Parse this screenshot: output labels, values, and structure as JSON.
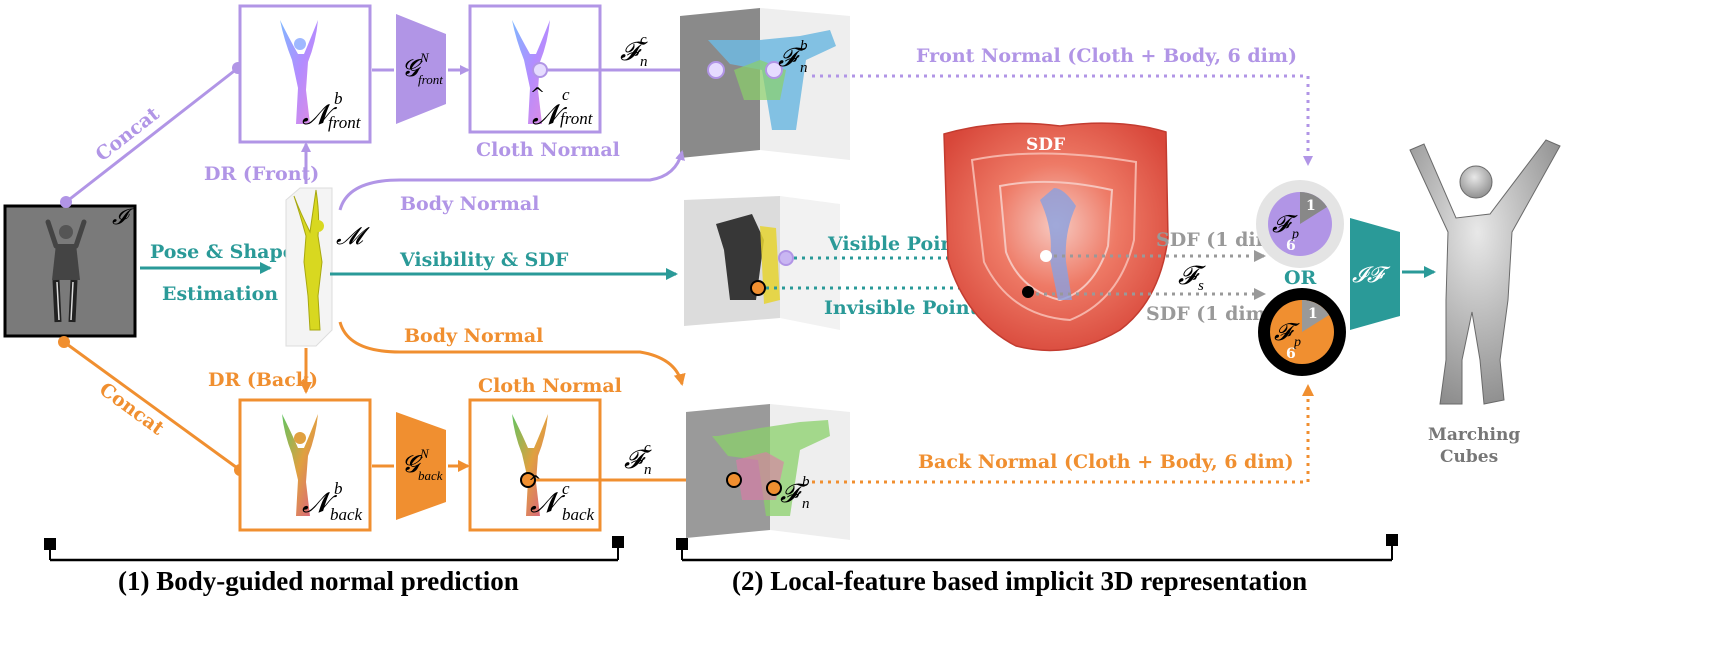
{
  "colors": {
    "purple": "#b195e6",
    "purple_dark": "#a07fe0",
    "teal": "#2a9a98",
    "orange": "#f08f30",
    "gray": "#999999",
    "black": "#000000"
  },
  "left": {
    "input_symbol": "𝓘",
    "concat_top": "Concat",
    "concat_bottom": "Concat",
    "pose_shape_1": "Pose & Shape",
    "pose_shape_2": "Estimation",
    "dr_front": "DR (Front)",
    "dr_back": "DR (Back)",
    "smpl_symbol": "𝓜"
  },
  "front": {
    "body_normal_sym": "𝓝",
    "body_normal_sup": "b",
    "body_normal_sub": "front",
    "generator_sym": "𝓖",
    "generator_sup": "N",
    "generator_sub": "front",
    "cloth_normal_sym": "𝓝",
    "cloth_normal_sup": "c",
    "cloth_normal_sub": "front",
    "cloth_normal_label": "Cloth Normal",
    "feat_c_sym": "𝓕",
    "feat_c_sub": "n",
    "feat_c_sup": "c",
    "feat_b_sym": "𝓕",
    "feat_b_sub": "n",
    "feat_b_sup": "b",
    "body_normal_label": "Body Normal",
    "front_normal_label": "Front Normal (Cloth + Body, 6 dim)"
  },
  "back": {
    "body_normal_sym": "𝓝",
    "body_normal_sup": "b",
    "body_normal_sub": "back",
    "generator_sym": "𝓖",
    "generator_sup": "N",
    "generator_sub": "back",
    "cloth_normal_sym": "𝓝",
    "cloth_normal_sup": "c",
    "cloth_normal_sub": "back",
    "cloth_normal_label": "Cloth Normal",
    "feat_c_sym": "𝓕",
    "feat_c_sub": "n",
    "feat_c_sup": "c",
    "feat_b_sym": "𝓕",
    "feat_b_sub": "n",
    "feat_b_sup": "b",
    "body_normal_label": "Body Normal",
    "back_normal_label": "Back Normal (Cloth + Body, 6 dim)"
  },
  "middle": {
    "vis_sdf_label": "Visibility & SDF",
    "visible_point": "Visible Point",
    "invisible_point": "Invisible Point",
    "sdf_title": "SDF",
    "sdf_dim_top": "SDF (1 dim)",
    "sdf_dim_bottom": "SDF (1 dim)",
    "feat_s_sym": "𝓕",
    "feat_s_sub": "s"
  },
  "right": {
    "fp_sym": "𝓕",
    "fp_sub": "p",
    "slice_one_top": "1",
    "slice_six_top": "6",
    "or_label": "OR",
    "slice_one_bottom": "1",
    "slice_six_bottom": "6",
    "implicit_fn": "𝓘𝓕",
    "marching_1": "Marching",
    "marching_2": "Cubes"
  },
  "captions": {
    "left": "(1) Body-guided normal prediction",
    "right": "(2) Local-feature based implicit 3D representation"
  }
}
